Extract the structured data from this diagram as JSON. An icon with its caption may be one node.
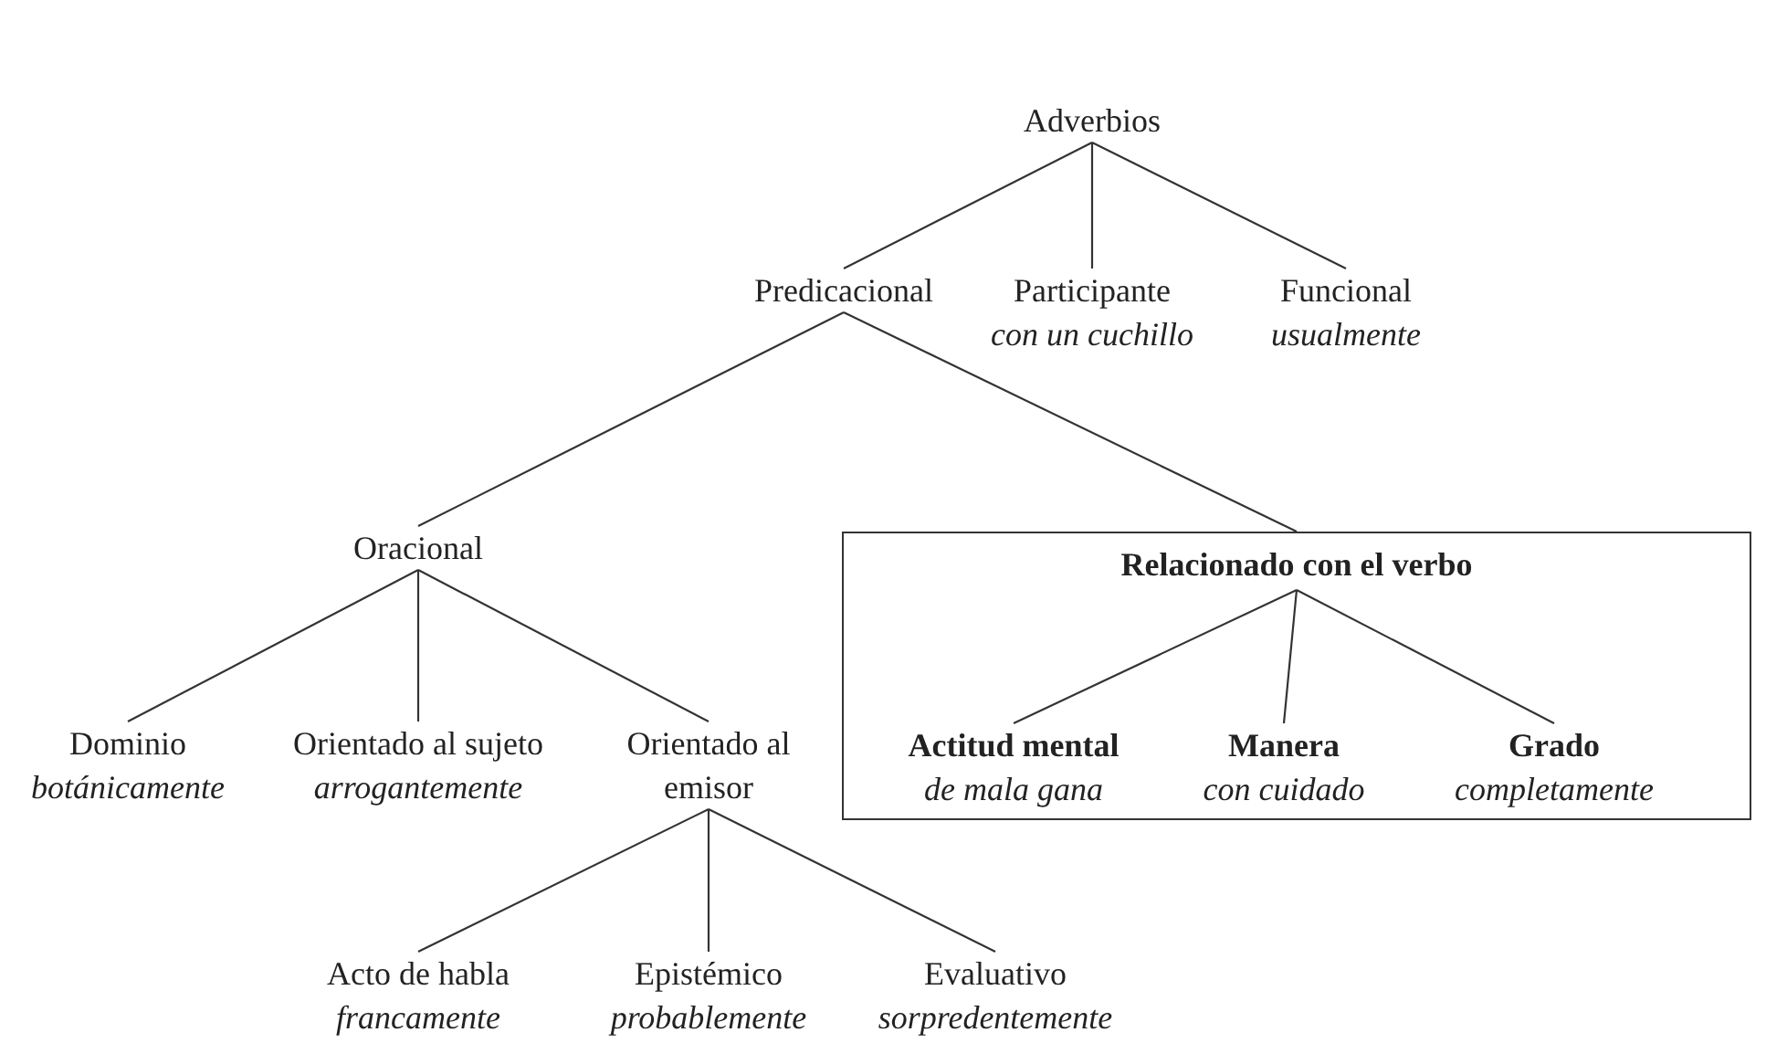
{
  "diagram": {
    "nodes": [
      {
        "text": [
          "Adverbios"
        ]
      },
      {
        "text": [
          "Predicacional"
        ]
      },
      {
        "text": [
          "Participante",
          "con un cuchillo"
        ]
      },
      {
        "text": [
          "Funcional",
          "usualmente"
        ]
      },
      {
        "text": [
          "Oracional"
        ]
      },
      {
        "text": [
          "Relacionado con el verbo"
        ]
      },
      {
        "text": [
          "Actitud mental",
          "de mala gana"
        ],
        "in": 5
      },
      {
        "text": [
          "Manera",
          "con cuidado"
        ],
        "in": 5
      },
      {
        "text": [
          "Grado",
          "completamente"
        ],
        "in": 5
      },
      {
        "text": [
          "Dominio",
          "botánicamente"
        ]
      },
      {
        "text": [
          "Orientado al sujeto",
          "arrogantemente"
        ]
      },
      {
        "text": [
          "Orientado al emisor"
        ]
      },
      {
        "text": [
          "Acto de habla",
          "francamente"
        ]
      },
      {
        "text": [
          "Epistémico",
          "probablemente"
        ]
      },
      {
        "text": [
          "Evaluativo",
          "sorpredentemente"
        ]
      }
    ],
    "edges": [
      {
        "from": 0,
        "to": 1,
        "arrow": "none"
      },
      {
        "from": 0,
        "to": 2,
        "arrow": "none"
      },
      {
        "from": 0,
        "to": 3,
        "arrow": "none"
      },
      {
        "from": 1,
        "to": 4,
        "arrow": "none"
      },
      {
        "from": 1,
        "to": 5,
        "arrow": "none"
      },
      {
        "from": 5,
        "to": 6,
        "arrow": "none"
      },
      {
        "from": 5,
        "to": 7,
        "arrow": "none"
      },
      {
        "from": 5,
        "to": 8,
        "arrow": "none"
      },
      {
        "from": 4,
        "to": 9,
        "arrow": "none"
      },
      {
        "from": 4,
        "to": 10,
        "arrow": "none"
      },
      {
        "from": 4,
        "to": 11,
        "arrow": "none"
      },
      {
        "from": 11,
        "to": 12,
        "arrow": "none"
      },
      {
        "from": 11,
        "to": 13,
        "arrow": "none"
      },
      {
        "from": 11,
        "to": 14,
        "arrow": "none"
      }
    ]
  }
}
